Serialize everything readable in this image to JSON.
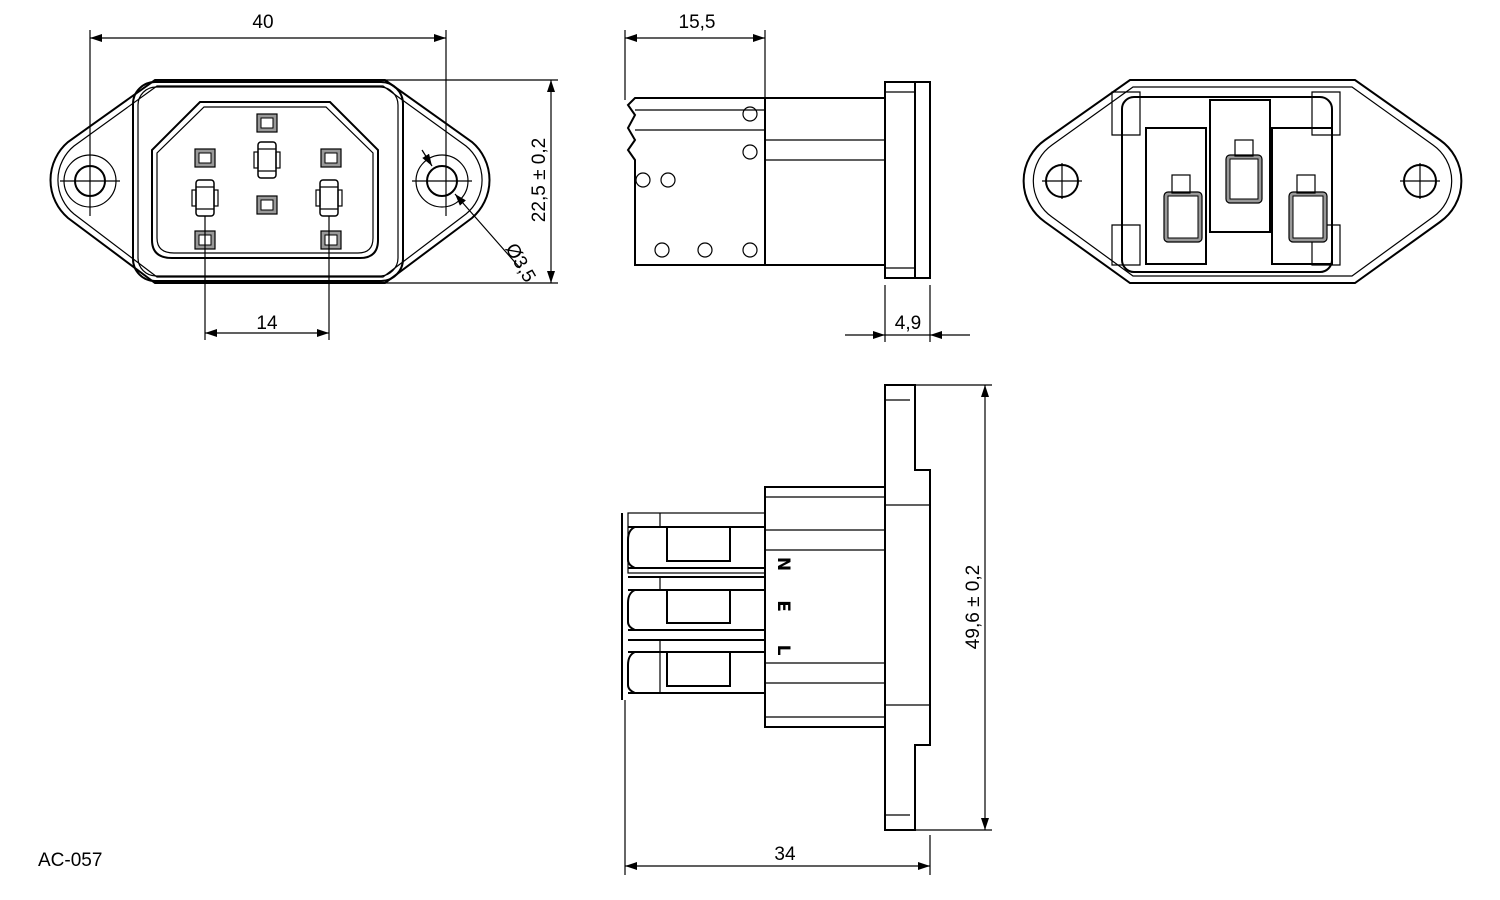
{
  "drawing_id": "AC-057",
  "dimensions": {
    "front_width": "40",
    "front_height": "22,5 ± 0,2",
    "hole_diameter": "Ø3,5",
    "pin_spacing": "14",
    "side_depth": "15,5",
    "flange_thickness": "4,9",
    "total_length": "34",
    "total_height": "49,6 ± 0,2"
  },
  "terminal_labels": [
    "N",
    "E",
    "L"
  ]
}
